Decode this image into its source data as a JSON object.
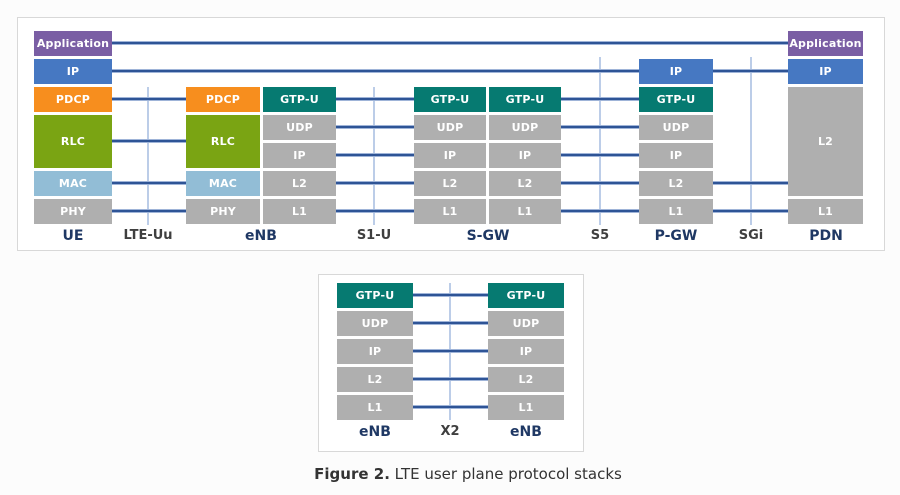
{
  "figure": {
    "caption_bold": "Figure 2.",
    "caption_text": " LTE user plane protocol stacks"
  },
  "colors": {
    "application": "#7a5ea4",
    "ip": "#4678c2",
    "pdcp": "#f78e1e",
    "rlc": "#7aa413",
    "mac": "#92bdd6",
    "gray": "#afafaf",
    "gtpu": "#067a71",
    "link_line_core": "#2e5496",
    "link_line_edge": "#9fb4d8",
    "interface_line": "#bccde8",
    "node_label_color": "#1f3864",
    "interface_label_color": "#3f3f3f",
    "panel_border": "#d8d8d8",
    "block_text": "#ffffff",
    "caption_color": "#333333"
  },
  "top_panel": {
    "nodes": [
      {
        "name": "UE",
        "columns": [
          [
            [
              "Application",
              "application",
              1,
              1
            ],
            [
              "IP",
              "ip",
              2,
              1
            ],
            [
              "PDCP",
              "pdcp",
              3,
              1
            ],
            [
              "RLC",
              "rlc",
              4,
              2
            ],
            [
              "MAC",
              "mac",
              6,
              1
            ],
            [
              "PHY",
              "gray",
              7,
              1
            ]
          ]
        ]
      },
      {
        "name": "eNB",
        "columns": [
          [
            [
              "PDCP",
              "pdcp",
              3,
              1
            ],
            [
              "RLC",
              "rlc",
              4,
              2
            ],
            [
              "MAC",
              "mac",
              6,
              1
            ],
            [
              "PHY",
              "gray",
              7,
              1
            ]
          ],
          [
            [
              "GTP-U",
              "gtpu",
              3,
              1
            ],
            [
              "UDP",
              "gray",
              4,
              1
            ],
            [
              "IP",
              "gray",
              5,
              1
            ],
            [
              "L2",
              "gray",
              6,
              1
            ],
            [
              "L1",
              "gray",
              7,
              1
            ]
          ]
        ]
      },
      {
        "name": "S-GW",
        "columns": [
          [
            [
              "GTP-U",
              "gtpu",
              3,
              1
            ],
            [
              "UDP",
              "gray",
              4,
              1
            ],
            [
              "IP",
              "gray",
              5,
              1
            ],
            [
              "L2",
              "gray",
              6,
              1
            ],
            [
              "L1",
              "gray",
              7,
              1
            ]
          ],
          [
            [
              "GTP-U",
              "gtpu",
              3,
              1
            ],
            [
              "UDP",
              "gray",
              4,
              1
            ],
            [
              "IP",
              "gray",
              5,
              1
            ],
            [
              "L2",
              "gray",
              6,
              1
            ],
            [
              "L1",
              "gray",
              7,
              1
            ]
          ]
        ]
      },
      {
        "name": "P-GW",
        "columns": [
          [
            [
              "IP",
              "ip",
              2,
              1
            ],
            [
              "GTP-U",
              "gtpu",
              3,
              1
            ],
            [
              "UDP",
              "gray",
              4,
              1
            ],
            [
              "IP",
              "gray",
              5,
              1
            ],
            [
              "L2",
              "gray",
              6,
              1
            ],
            [
              "L1",
              "gray",
              7,
              1
            ]
          ]
        ]
      },
      {
        "name": "PDN",
        "columns": [
          [
            [
              "Application",
              "application",
              1,
              1
            ],
            [
              "IP",
              "ip",
              2,
              1
            ],
            [
              "L2",
              "gray",
              3,
              4
            ],
            [
              "L1",
              "gray",
              7,
              1
            ]
          ]
        ]
      }
    ],
    "interfaces": [
      {
        "name": "LTE-Uu"
      },
      {
        "name": "S1-U"
      },
      {
        "name": "S5"
      },
      {
        "name": "SGi"
      }
    ]
  },
  "bottom_panel": {
    "nodes": [
      {
        "name": "eNB",
        "columns": [
          [
            [
              "GTP-U",
              "gtpu",
              1,
              1
            ],
            [
              "UDP",
              "gray",
              2,
              1
            ],
            [
              "IP",
              "gray",
              3,
              1
            ],
            [
              "L2",
              "gray",
              4,
              1
            ],
            [
              "L1",
              "gray",
              5,
              1
            ]
          ]
        ]
      },
      {
        "name": "eNB",
        "columns": [
          [
            [
              "GTP-U",
              "gtpu",
              1,
              1
            ],
            [
              "UDP",
              "gray",
              2,
              1
            ],
            [
              "IP",
              "gray",
              3,
              1
            ],
            [
              "L2",
              "gray",
              4,
              1
            ],
            [
              "L1",
              "gray",
              5,
              1
            ]
          ]
        ]
      }
    ],
    "interfaces": [
      {
        "name": "X2"
      }
    ]
  }
}
